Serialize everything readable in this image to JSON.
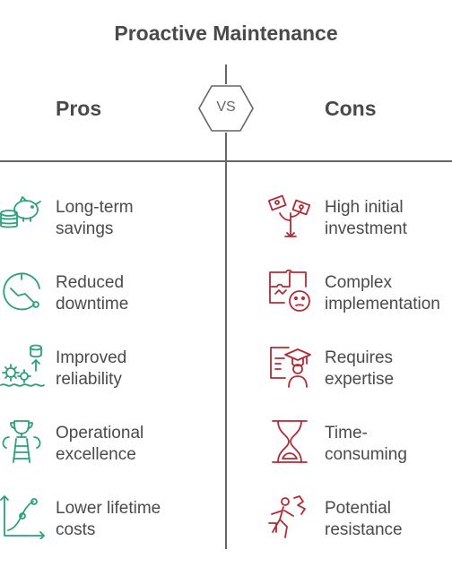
{
  "title": "Proactive Maintenance",
  "vs_label": "VS",
  "pros": {
    "heading": "Pros",
    "color": "#2aa27a",
    "items": [
      {
        "line1": "Long-term",
        "line2": "savings",
        "icon": "piggy-bank-coins-icon"
      },
      {
        "line1": "Reduced",
        "line2": "downtime",
        "icon": "clock-decline-icon"
      },
      {
        "line1": "Improved",
        "line2": "reliability",
        "icon": "gears-database-icon"
      },
      {
        "line1": "Operational",
        "line2": "excellence",
        "icon": "trophy-ladder-icon"
      },
      {
        "line1": "Lower lifetime",
        "line2": "costs",
        "icon": "trend-graph-icon"
      }
    ]
  },
  "cons": {
    "heading": "Cons",
    "color": "#b32b35",
    "items": [
      {
        "line1": "High initial",
        "line2": "investment",
        "icon": "money-plant-icon"
      },
      {
        "line1": "Complex",
        "line2": "implementation",
        "icon": "puzzle-confused-icon"
      },
      {
        "line1": "Requires",
        "line2": "expertise",
        "icon": "graduate-document-icon"
      },
      {
        "line1": "Time-",
        "line2": "consuming",
        "icon": "hourglass-icon"
      },
      {
        "line1": "Potential",
        "line2": "resistance",
        "icon": "person-resisting-icon"
      }
    ]
  }
}
